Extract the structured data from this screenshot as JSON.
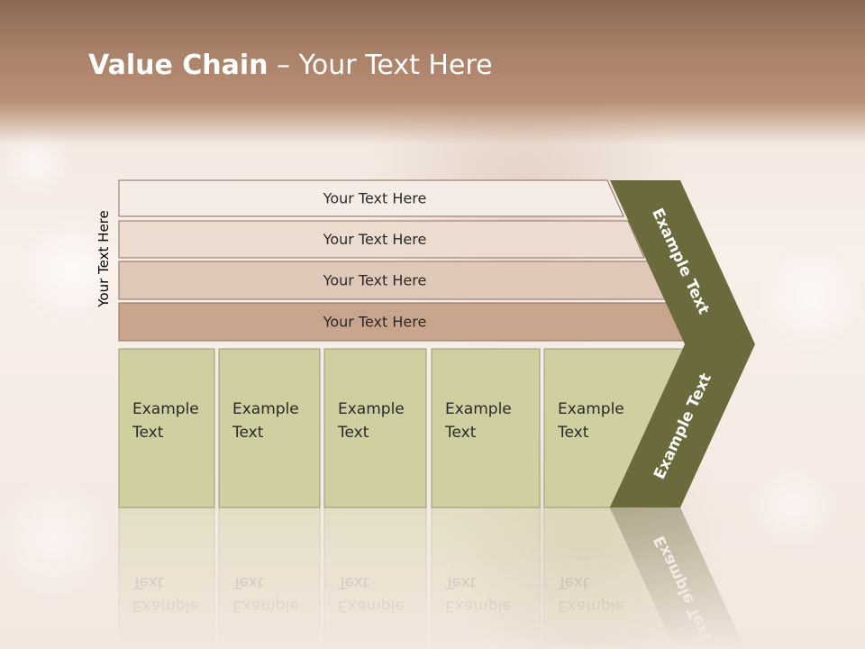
{
  "title": {
    "bold": "Value Chain",
    "rest": " – Your Text Here"
  },
  "side_label": "Your Text Here",
  "bars": [
    {
      "label": "Your Text Here",
      "color": "#f5ece6"
    },
    {
      "label": "Your Text Here",
      "color": "#ecdcd0"
    },
    {
      "label": "Your Text Here",
      "color": "#e0c8b8"
    },
    {
      "label": "Your Text Here",
      "color": "#c9a58d"
    }
  ],
  "boxes": [
    {
      "line1": "Example",
      "line2": "Text"
    },
    {
      "line1": "Example",
      "line2": "Text"
    },
    {
      "line1": "Example",
      "line2": "Text"
    },
    {
      "line1": "Example",
      "line2": "Text"
    },
    {
      "line1": "Example",
      "line2": "Text"
    }
  ],
  "chevron": {
    "upper_label": "Example Text",
    "lower_label": "Example Text",
    "color": "#6b6a3c"
  },
  "colors": {
    "box_fill": "#cfcf9f",
    "box_stroke": "#9a9a78",
    "bar_stroke": "#8a7060"
  }
}
